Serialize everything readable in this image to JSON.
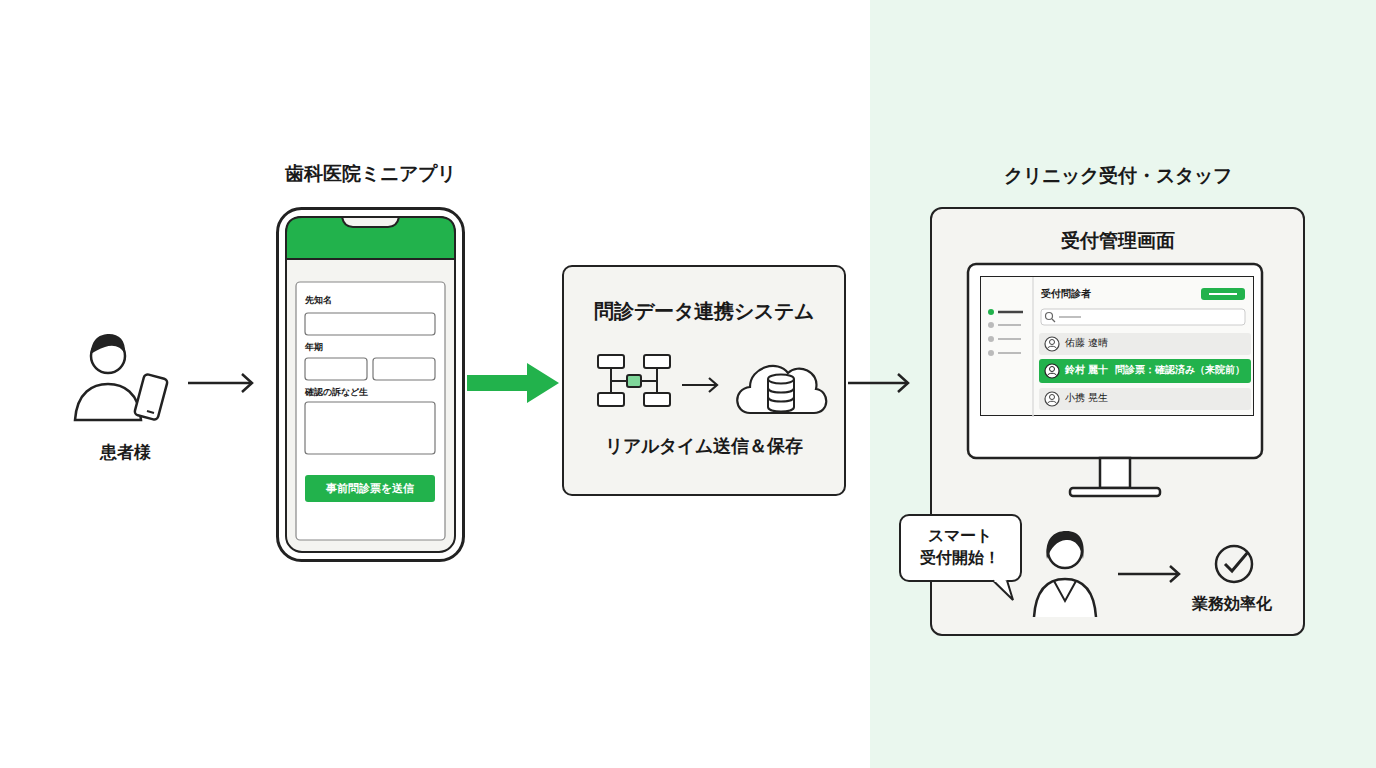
{
  "diagram": {
    "nodes": [
      {
        "text": [
          "患者様"
        ]
      },
      {
        "text": [
          "歯科医院ミニアプリ",
          "先知名",
          "年期",
          "確認の訴など生"
        ]
      },
      {
        "text": [
          "事前問診票を送信"
        ],
        "in": 1
      },
      {
        "text": [
          "問診データ連携システム",
          "リアルタイム送信＆保存"
        ]
      },
      {
        "text": [
          "クリニック受付・スタッフ",
          "受付管理画面"
        ]
      },
      {
        "text": [
          "受付問診者"
        ],
        "in": 4
      },
      {
        "text": [
          "佑藤 遼晴"
        ],
        "in": 5
      },
      {
        "text": [
          "鈴村 麗十",
          "問診票：確認済み（来院前）"
        ],
        "in": 5
      },
      {
        "text": [
          "小携 晃生"
        ],
        "in": 5
      },
      {
        "text": [
          "スマート 受付開始！"
        ],
        "in": 4
      }
    ],
    "edges": [
      {
        "from": 0,
        "to": 1,
        "arrow": "to"
      },
      {
        "from": 1,
        "to": 3,
        "arrow": "to"
      },
      {
        "from": 3,
        "to": 4,
        "arrow": "to"
      }
    ],
    "labels": [
      "業務効率化"
    ]
  }
}
